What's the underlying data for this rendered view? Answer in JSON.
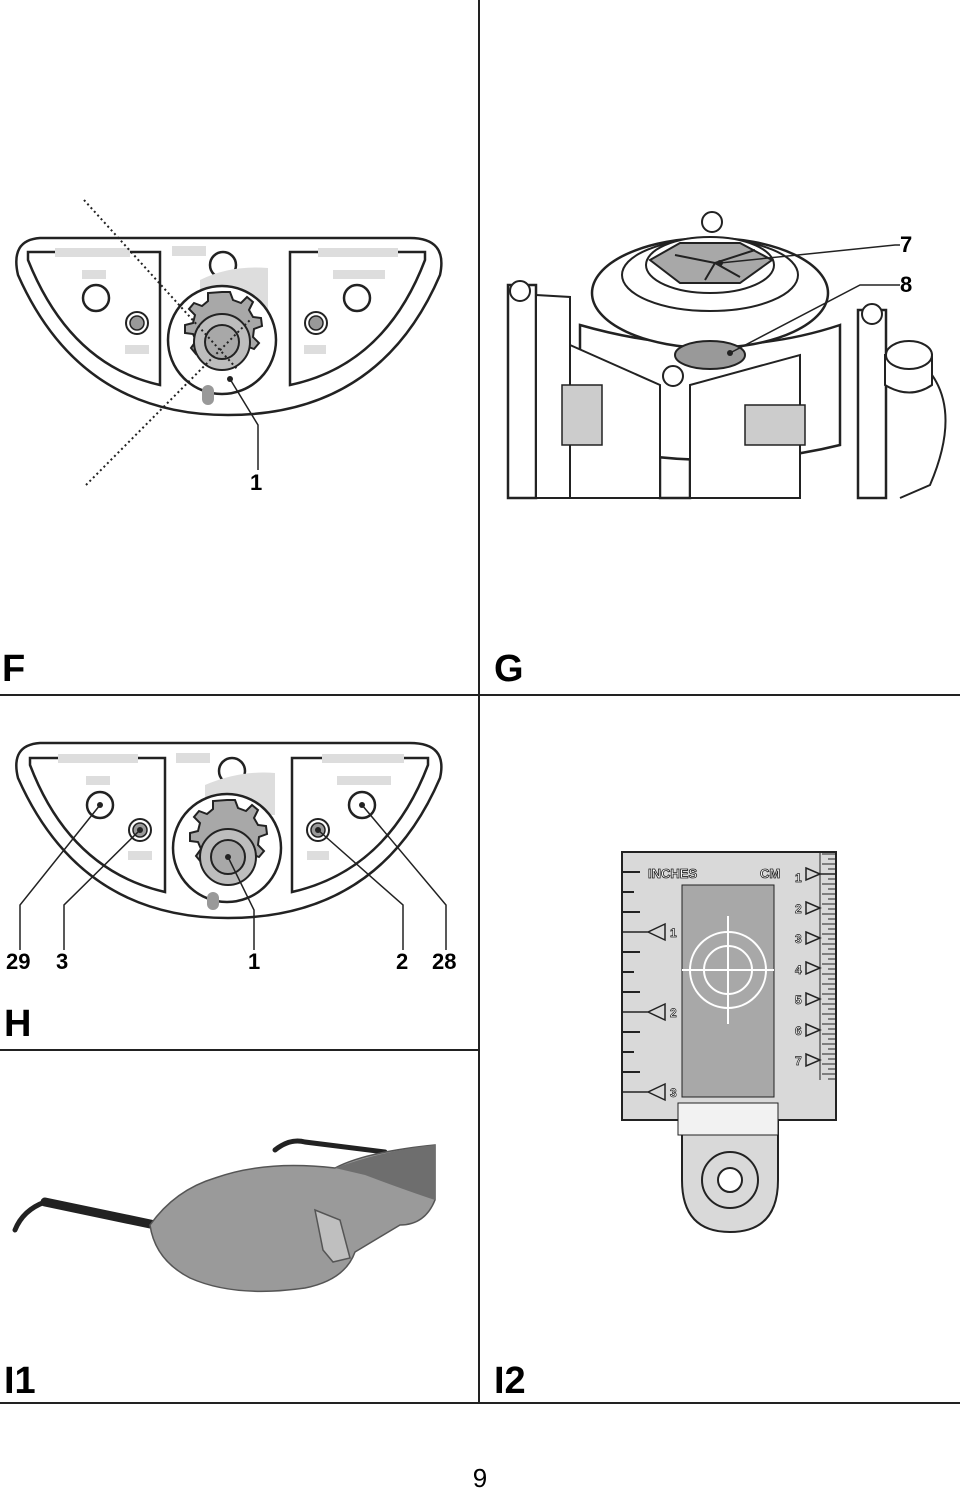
{
  "page_number": "9",
  "panels": {
    "F": {
      "label": "F",
      "callouts": [
        "1"
      ]
    },
    "G": {
      "label": "G",
      "callouts": [
        "7",
        "8"
      ]
    },
    "H": {
      "label": "H",
      "callouts": [
        "29",
        "3",
        "1",
        "2",
        "28"
      ]
    },
    "I1": {
      "label": "I1"
    },
    "I2": {
      "label": "I2",
      "target": {
        "inches_label": "INCHES",
        "cm_label": "CM",
        "left_numbers": [
          "1",
          "2",
          "3"
        ],
        "right_numbers": [
          "1",
          "2",
          "3",
          "4",
          "5",
          "6",
          "7"
        ]
      }
    }
  },
  "colors": {
    "line": "#222222",
    "gray_light": "#d9d9d9",
    "gray_mid": "#a8a8a8",
    "lens": "#9a9a9a"
  }
}
